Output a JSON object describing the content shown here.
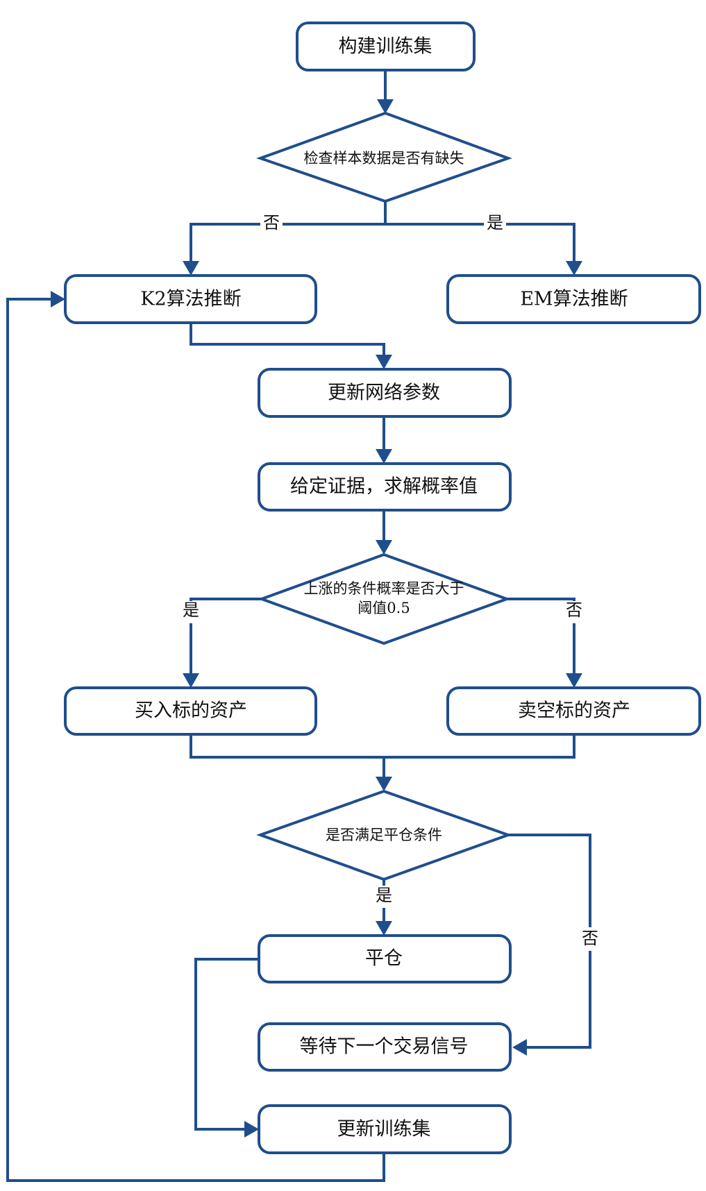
{
  "diagram": {
    "type": "flowchart",
    "colors": {
      "stroke": "#1f4e8c",
      "fill": "#ffffff",
      "text": "#111111"
    },
    "nodes": {
      "build_train_set": {
        "shape": "rounded-rect",
        "label": "构建训练集"
      },
      "check_missing": {
        "shape": "diamond",
        "label": "检查样本数据是否有缺失"
      },
      "k2_infer": {
        "shape": "rounded-rect",
        "label": "K2算法推断"
      },
      "em_infer": {
        "shape": "rounded-rect",
        "label": "EM算法推断"
      },
      "update_params": {
        "shape": "rounded-rect",
        "label": "更新网络参数"
      },
      "solve_prob": {
        "shape": "rounded-rect",
        "label": "给定证据，求解概率值"
      },
      "prob_threshold": {
        "shape": "diamond",
        "label_line1": "上涨的条件概率是否大于",
        "label_line2": "阈值0.5"
      },
      "buy_asset": {
        "shape": "rounded-rect",
        "label": "买入标的资产"
      },
      "short_asset": {
        "shape": "rounded-rect",
        "label": "卖空标的资产"
      },
      "close_condition": {
        "shape": "diamond",
        "label": "是否满足平仓条件"
      },
      "close_position": {
        "shape": "rounded-rect",
        "label": "平仓"
      },
      "wait_signal": {
        "shape": "rounded-rect",
        "label": "等待下一个交易信号"
      },
      "update_train_set": {
        "shape": "rounded-rect",
        "label": "更新训练集"
      }
    },
    "edges": [
      {
        "from": "build_train_set",
        "to": "check_missing",
        "label": ""
      },
      {
        "from": "check_missing",
        "to": "k2_infer",
        "label": "否"
      },
      {
        "from": "check_missing",
        "to": "em_infer",
        "label": "是"
      },
      {
        "from": "k2_infer",
        "to": "update_params",
        "label": ""
      },
      {
        "from": "update_params",
        "to": "solve_prob",
        "label": ""
      },
      {
        "from": "solve_prob",
        "to": "prob_threshold",
        "label": ""
      },
      {
        "from": "prob_threshold",
        "to": "buy_asset",
        "label": "是"
      },
      {
        "from": "prob_threshold",
        "to": "short_asset",
        "label": "否"
      },
      {
        "from": "buy_asset",
        "to": "close_condition",
        "label": ""
      },
      {
        "from": "short_asset",
        "to": "close_condition",
        "label": ""
      },
      {
        "from": "close_condition",
        "to": "close_position",
        "label": "是"
      },
      {
        "from": "close_condition",
        "to": "wait_signal",
        "label": "否"
      },
      {
        "from": "close_position",
        "to": "update_train_set",
        "label": ""
      },
      {
        "from": "update_train_set",
        "to": "k2_infer",
        "label": ""
      }
    ],
    "edge_labels": {
      "missing_no": "否",
      "missing_yes": "是",
      "prob_yes": "是",
      "prob_no": "否",
      "close_yes": "是",
      "close_no": "否"
    }
  }
}
